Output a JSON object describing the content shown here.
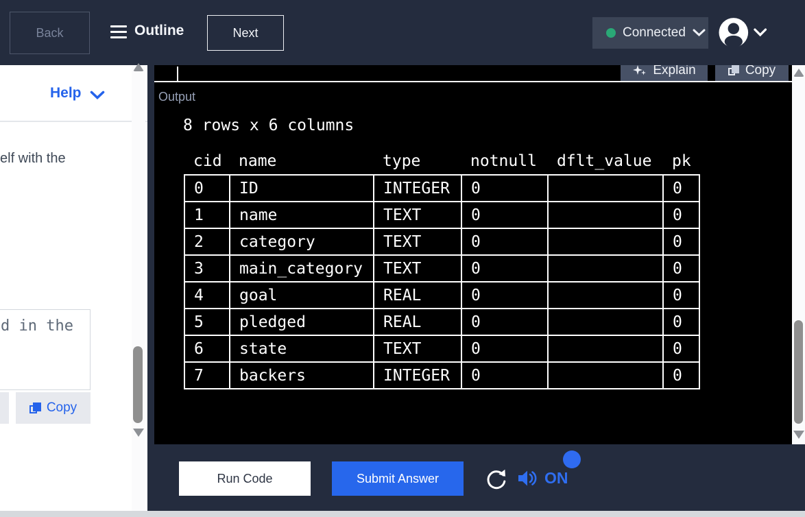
{
  "header": {
    "back": "Back",
    "outline": "Outline",
    "next": "Next",
    "status": {
      "label": "Connected"
    }
  },
  "sidebar": {
    "help": "Help",
    "snippet": "elf with the",
    "code_snippet": "d in the",
    "copy": "Copy"
  },
  "console": {
    "explain": "Explain",
    "copy": "Copy",
    "output_label": "Output",
    "summary": "8 rows x 6 columns",
    "table": {
      "columns": [
        "cid",
        "name",
        "type",
        "notnull",
        "dflt_value",
        "pk"
      ],
      "rows": [
        [
          "0",
          "ID",
          "INTEGER",
          "0",
          "",
          "0"
        ],
        [
          "1",
          "name",
          "TEXT",
          "0",
          "",
          "0"
        ],
        [
          "2",
          "category",
          "TEXT",
          "0",
          "",
          "0"
        ],
        [
          "3",
          "main_category",
          "TEXT",
          "0",
          "",
          "0"
        ],
        [
          "4",
          "goal",
          "REAL",
          "0",
          "",
          "0"
        ],
        [
          "5",
          "pledged",
          "REAL",
          "0",
          "",
          "0"
        ],
        [
          "6",
          "state",
          "TEXT",
          "0",
          "",
          "0"
        ],
        [
          "7",
          "backers",
          "INTEGER",
          "0",
          "",
          "0"
        ]
      ]
    }
  },
  "footer": {
    "run": "Run Code",
    "submit": "Submit Answer",
    "sound": "ON"
  },
  "colors": {
    "accent_blue": "#2563eb",
    "status_green": "#2aa876",
    "header_bg": "#242c3e",
    "console_button": "#475166"
  }
}
